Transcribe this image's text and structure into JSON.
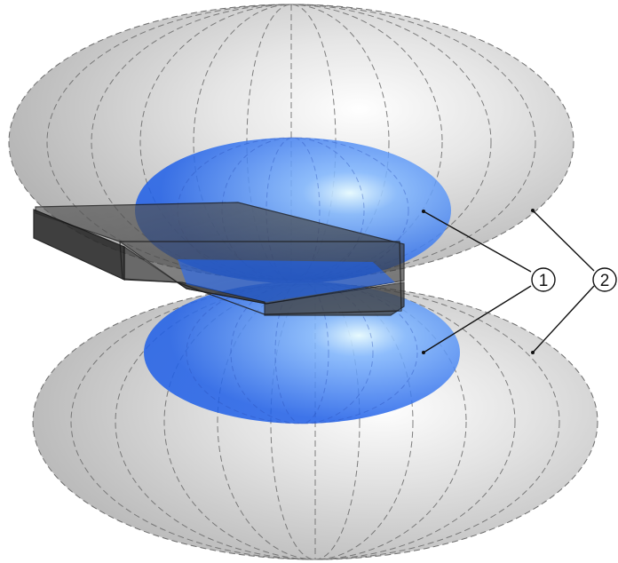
{
  "diagram": {
    "callouts": [
      {
        "id": "1",
        "label": "1"
      },
      {
        "id": "2",
        "label": "2"
      }
    ],
    "colors": {
      "outer_lobe": "#b8b8b8",
      "inner_lobe": "#1f5fe8",
      "device": "#3a3a3a",
      "leader_line": "#111111",
      "meridian_dash": "#5a5a5a"
    }
  }
}
